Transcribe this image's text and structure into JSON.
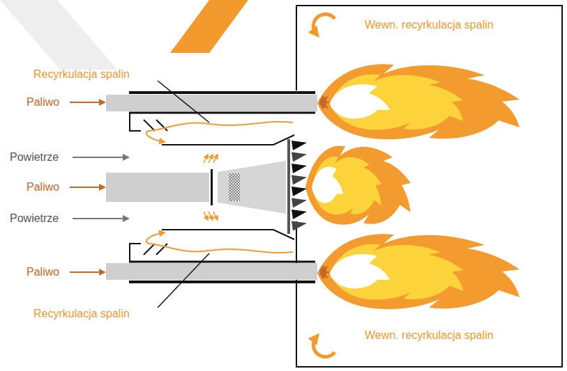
{
  "diagram": {
    "labels": [
      "Recyrkulacja spalin",
      "Wewn. recyrkulacja spalin",
      "Paliwo",
      "Powietrze",
      "Paliwo",
      "Powietrze",
      "Paliwo",
      "Recyrkulacja spalin",
      "Wewn. recyrkulacja spalin"
    ]
  }
}
